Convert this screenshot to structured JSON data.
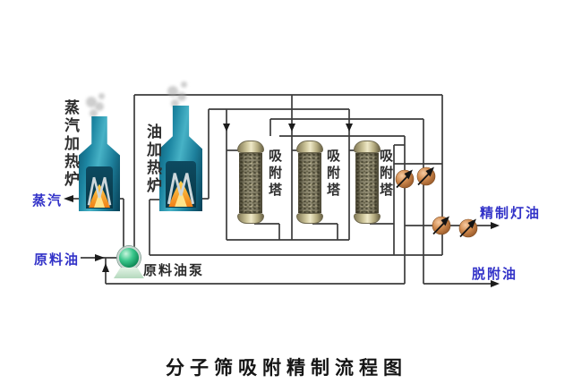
{
  "title": "分子筛吸附精制流程图",
  "equipment": {
    "steam_furnace_label": "蒸汽加热炉",
    "oil_furnace_label": "油加热炉",
    "pump_label": "原料油泵",
    "towers": [
      {
        "label": "吸附塔"
      },
      {
        "label": "吸附塔"
      },
      {
        "label": "吸附塔"
      }
    ]
  },
  "streams": {
    "steam": "蒸汽",
    "feed_oil": "原料油",
    "refined_kerosene": "精制灯油",
    "desorbed_oil": "脱附油"
  },
  "colors": {
    "pipe": "#3c3c3c",
    "stream_label_blue": "#3232c8",
    "furnace_teal": "#1d86a2",
    "flame_orange": "#f08018",
    "tower_tan": "#cfc79c",
    "tower_body": "#928d74",
    "pump_green": "#0e8a56",
    "valve_copper": "#c97f45",
    "title_black": "#151515"
  }
}
